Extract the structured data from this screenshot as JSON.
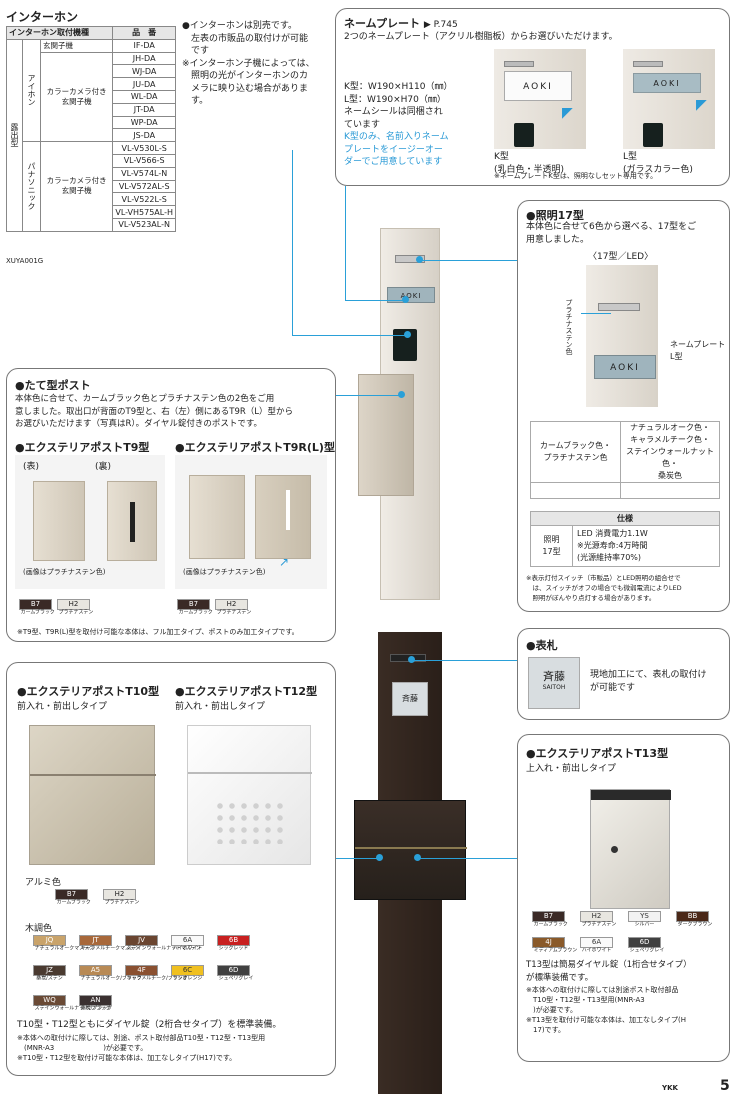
{
  "title": "インターホン",
  "intercom_table": {
    "header": [
      "インターホン取付機種",
      "品　番"
    ],
    "group_col": "露出型",
    "makers": [
      {
        "name": "アイホン",
        "sub": "㈱",
        "types": [
          {
            "type": "玄関子機",
            "models": [
              "IF-DA"
            ]
          },
          {
            "type": "カラーカメラ付き玄関子機",
            "models": [
              "JH-DA",
              "WJ-DA",
              "JU-DA",
              "WL-DA",
              "JT-DA",
              "WP-DA",
              "JS-DA"
            ]
          }
        ]
      },
      {
        "name": "パナソニック",
        "sub": "㈱",
        "types": [
          {
            "type": "カラーカメラ付き玄関子機",
            "models": [
              "VL-V530L-S",
              "VL-V566-S",
              "VL-V574L-N",
              "VL-V572AL-S",
              "VL-V522L-S",
              "VL-VH575AL-H",
              "VL-V523AL-N"
            ]
          }
        ]
      }
    ],
    "model_col": [
      "IF-DA",
      "JH-DA",
      "WJ-DA",
      "JU-DA",
      "WL-DA",
      "JT-DA",
      "WP-DA",
      "JS-DA",
      "VL-V530L-S",
      "VL-V566-S",
      "VL-V574L-N",
      "VL-V572AL-S",
      "VL-V522L-S",
      "VL-VH575AL-H",
      "VL-V523AL-N"
    ],
    "code": "XUYA001G"
  },
  "intercom_notes": [
    "●インターホンは別売です。",
    "　左表の市販品の取付けが可能",
    "　です",
    "※インターホン子機によっては、",
    "　照明の光がインターホンのカ",
    "　メラに映り込む場合がありま",
    "　す。"
  ],
  "nameplate": {
    "title": "ネームプレート",
    "ref": "▶ P.745",
    "desc": "2つのネームプレート（アクリル樹脂板）からお選びいただけます。",
    "k_size": "K型：W190×H110（㎜）",
    "l_size": "L型：W190×H70（㎜）",
    "seal": [
      "ネームシールは同梱され",
      "ています"
    ],
    "blue": [
      "K型のみ、名前入りネーム",
      "プレートをイージーオー",
      "ダーでご用意しています"
    ],
    "sample": "AOKI",
    "k_label": "K型",
    "k_sub": "(乳白色・半透明)",
    "l_label": "L型",
    "l_sub": "(ガラスカラー色)",
    "note": "※ネームプレートK型は、照明なしセット専用です。"
  },
  "light": {
    "title": "●照明17型",
    "desc": [
      "本体色に合せて6色から選べる、17型をご",
      "用意しました。"
    ],
    "cap": "〈17型／LED〉",
    "vlabel": "プラチナステン色",
    "np1": "ネームプレート",
    "np2": "L型",
    "sample": "AOKI",
    "color_left": [
      "カームブラック色・",
      "プラチナステン色"
    ],
    "color_right": [
      "ナチュラルオーク色・",
      "キャラメルチーク色・",
      "ステインウォールナット色・",
      "桑炭色"
    ],
    "spec_title": "仕様",
    "spec_key": [
      "照明",
      "17型"
    ],
    "spec_val": [
      "LED 消費電力1.1W",
      "※光源寿命:4万時間",
      "(光源維持率70%)"
    ],
    "note": [
      "※表示灯付スイッチ（市販品）とLED照明の組合せで",
      "　は、スイッチがオフの場合でも微弱電流によりLED",
      "　照明がぼんやり点灯する場合があります。"
    ]
  },
  "post": {
    "title": "●たて型ポスト",
    "desc": [
      "本体色に合せて、カームブラック色とプラチナステン色の2色をご用",
      "意しました。取出口が背面のT9型と、右（左）側にあるT9R（L）型から",
      "お選びいただけます（写真はR）。ダイヤル錠付きのポストです。"
    ],
    "t9": "●エクステリアポストT9型",
    "t9r": "●エクステリアポストT9R(L)型",
    "front": "(表)",
    "back": "(裏)",
    "img_note1": "(画像はプラチナステン色)",
    "img_note2": "(画像はプラチナステン色)",
    "note": "※T9型、T9R(L)型を取付け可能な本体は、フル加工タイプ、ポストのみ加工タイプです。",
    "sw": [
      {
        "code": "B7",
        "label": "カームブラック",
        "color": "#3a2a26",
        "text": "#fff"
      },
      {
        "code": "H2",
        "label": "プラチナステン",
        "color": "#e8e6e0",
        "text": "#333"
      }
    ]
  },
  "hyosatsu": {
    "title": "●表札",
    "desc": [
      "現地加工にて、表札の取付け",
      "が可能です"
    ],
    "name": "斉藤",
    "roman": "SAITOH"
  },
  "t10": {
    "title1": "●エクステリアポストT10型",
    "title2": "●エクステリアポストT12型",
    "sub1": "前入れ・前出しタイプ",
    "sub2": "前入れ・前出しタイプ",
    "alumi": "アルミ色",
    "wood": "木調色",
    "alumi_sw": [
      {
        "code": "B7",
        "label": "カームブラック",
        "color": "#3a2a26",
        "text": "#fff"
      },
      {
        "code": "H2",
        "label": "プラチナステン",
        "color": "#e8e6e0",
        "text": "#333"
      }
    ],
    "wood_sw": [
      {
        "code": "JQ",
        "label": "ナチュラルオークマステン",
        "color": "#c9a36a",
        "text": "#fff"
      },
      {
        "code": "JT",
        "label": "キャラメルチークマステン",
        "color": "#a8683a",
        "text": "#fff"
      },
      {
        "code": "JV",
        "label": "ステインウォールナットマステン",
        "color": "#6a4530",
        "text": "#fff"
      },
      {
        "code": "6A",
        "label": "ハイホワイト",
        "color": "#fafafa",
        "text": "#333"
      },
      {
        "code": "6B",
        "label": "シックレッド",
        "color": "#c82020",
        "text": "#fff"
      },
      {
        "code": "JZ",
        "label": "桑炭/ステン",
        "color": "#4a3a30",
        "text": "#fff"
      },
      {
        "code": "A5",
        "label": "ナチュラルオーク/ブラック",
        "color": "#b88a55",
        "text": "#fff"
      },
      {
        "code": "4F",
        "label": "キャラメルチーク/ブラック",
        "color": "#8a5030",
        "text": "#fff"
      },
      {
        "code": "6C",
        "label": "サンオレンジ",
        "color": "#f0c020",
        "text": "#333"
      },
      {
        "code": "6D",
        "label": "シュペリグレイ",
        "color": "#404040",
        "text": "#fff"
      },
      {
        "code": "WQ",
        "label": "ステインウォールナット/ブラック",
        "color": "#6a4a35",
        "text": "#fff"
      },
      {
        "code": "AN",
        "label": "桑炭/ブラック",
        "color": "#3a3030",
        "text": "#fff"
      }
    ],
    "std": "T10型・T12型ともにダイヤル錠（2桁合せタイプ）を標準装備。",
    "notes": [
      "※本体への取付けに際しては、別途、ポスト取付部品T10型・T12型・T13型用",
      "　(MNR-A3　　　　　　　)が必要です。",
      "※T10型・T12型を取付け可能な本体は、加工なしタイプ(H17)です。"
    ]
  },
  "t13": {
    "title": "●エクステリアポストT13型",
    "sub": "上入れ・前出しタイプ",
    "sw": [
      {
        "code": "B7",
        "label": "カームブラック",
        "color": "#3a2a26",
        "text": "#fff"
      },
      {
        "code": "H2",
        "label": "プラチナステン",
        "color": "#e8e6e0",
        "text": "#333"
      },
      {
        "code": "YS",
        "label": "シルバー",
        "color": "#f2f2f2",
        "text": "#333"
      },
      {
        "code": "BB",
        "label": "ダークブラウン",
        "color": "#4a2818",
        "text": "#fff"
      },
      {
        "code": "4J",
        "label": "ミディアムブラウン",
        "color": "#8a5a2a",
        "text": "#fff"
      },
      {
        "code": "6A",
        "label": "ハイホワイト",
        "color": "#fafafa",
        "text": "#333"
      },
      {
        "code": "6D",
        "label": "シュペリグレイ",
        "color": "#404040",
        "text": "#fff"
      }
    ],
    "std": [
      "T13型は簡易ダイヤル錠（1桁合せタイプ）",
      "が標準装備です。"
    ],
    "notes": [
      "※本体への取付けに際しては別途ポスト取付部品",
      "　T10型・T12型・T13型用(MNR-A3",
      "　)が必要です。",
      "※T13型を取付け可能な本体は、加工なしタイプ(H",
      "　17)です。"
    ]
  },
  "footer": {
    "brand": "YKK",
    "page": "5"
  }
}
